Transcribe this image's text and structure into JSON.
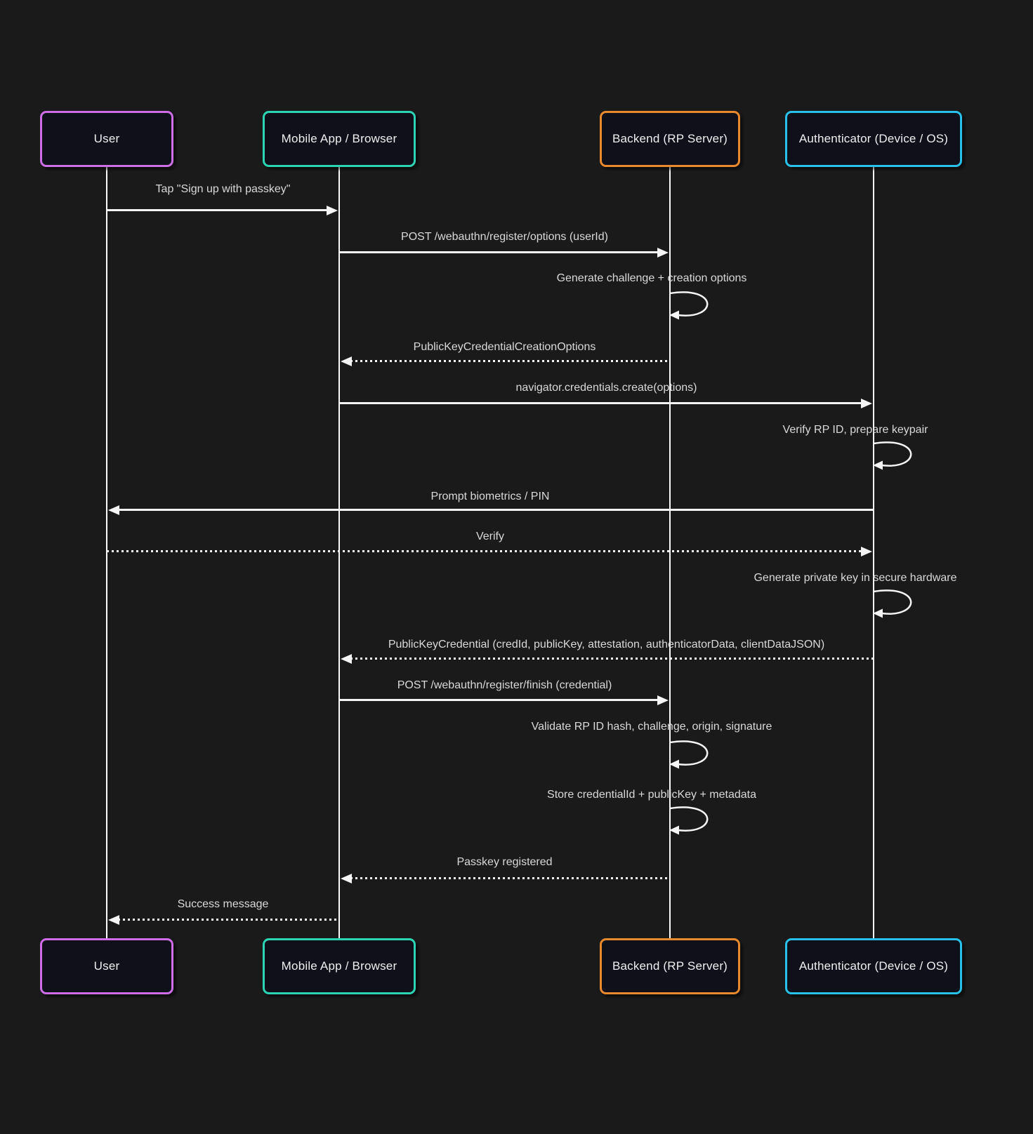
{
  "diagram": {
    "type": "sequence-diagram",
    "subject": "WebAuthn passkey registration flow",
    "background_color": "#1a1a1a",
    "line_color": "#f5f5f5",
    "label_color": "#d9d9d9",
    "actors": [
      {
        "label": "User",
        "color": "#cd6ee6"
      },
      {
        "label": "Mobile App / Browser",
        "color": "#2bd5b4"
      },
      {
        "label": "Backend (RP Server)",
        "color": "#e8892e"
      },
      {
        "label": "Authenticator (Device / OS)",
        "color": "#29c1e9"
      }
    ],
    "messages": [
      {
        "from": "User",
        "to": "Mobile App / Browser",
        "label": "Tap \"Sign up with passkey\"",
        "line": "solid"
      },
      {
        "from": "Mobile App / Browser",
        "to": "Backend (RP Server)",
        "label": "POST /webauthn/register/options (userId)",
        "line": "solid"
      },
      {
        "from": "Backend (RP Server)",
        "to": "Backend (RP Server)",
        "label": "Generate challenge + creation options",
        "line": "self"
      },
      {
        "from": "Backend (RP Server)",
        "to": "Mobile App / Browser",
        "label": "PublicKeyCredentialCreationOptions",
        "line": "dashed"
      },
      {
        "from": "Mobile App / Browser",
        "to": "Authenticator (Device / OS)",
        "label": "navigator.credentials.create(options)",
        "line": "solid"
      },
      {
        "from": "Authenticator (Device / OS)",
        "to": "Authenticator (Device / OS)",
        "label": "Verify RP ID, prepare keypair",
        "line": "self"
      },
      {
        "from": "Authenticator (Device / OS)",
        "to": "User",
        "label": "Prompt biometrics / PIN",
        "line": "solid"
      },
      {
        "from": "User",
        "to": "Authenticator (Device / OS)",
        "label": "Verify",
        "line": "dashed"
      },
      {
        "from": "Authenticator (Device / OS)",
        "to": "Authenticator (Device / OS)",
        "label": "Generate private key in secure hardware",
        "line": "self"
      },
      {
        "from": "Authenticator (Device / OS)",
        "to": "Mobile App / Browser",
        "label": "PublicKeyCredential (credId, publicKey, attestation, authenticatorData, clientDataJSON)",
        "line": "dashed"
      },
      {
        "from": "Mobile App / Browser",
        "to": "Backend (RP Server)",
        "label": "POST /webauthn/register/finish (credential)",
        "line": "solid"
      },
      {
        "from": "Backend (RP Server)",
        "to": "Backend (RP Server)",
        "label": "Validate RP ID hash, challenge, origin, signature",
        "line": "self"
      },
      {
        "from": "Backend (RP Server)",
        "to": "Backend (RP Server)",
        "label": "Store credentialId + publicKey + metadata",
        "line": "self"
      },
      {
        "from": "Backend (RP Server)",
        "to": "Mobile App / Browser",
        "label": "Passkey registered",
        "line": "dashed"
      },
      {
        "from": "Mobile App / Browser",
        "to": "User",
        "label": "Success message",
        "line": "dashed"
      }
    ]
  }
}
